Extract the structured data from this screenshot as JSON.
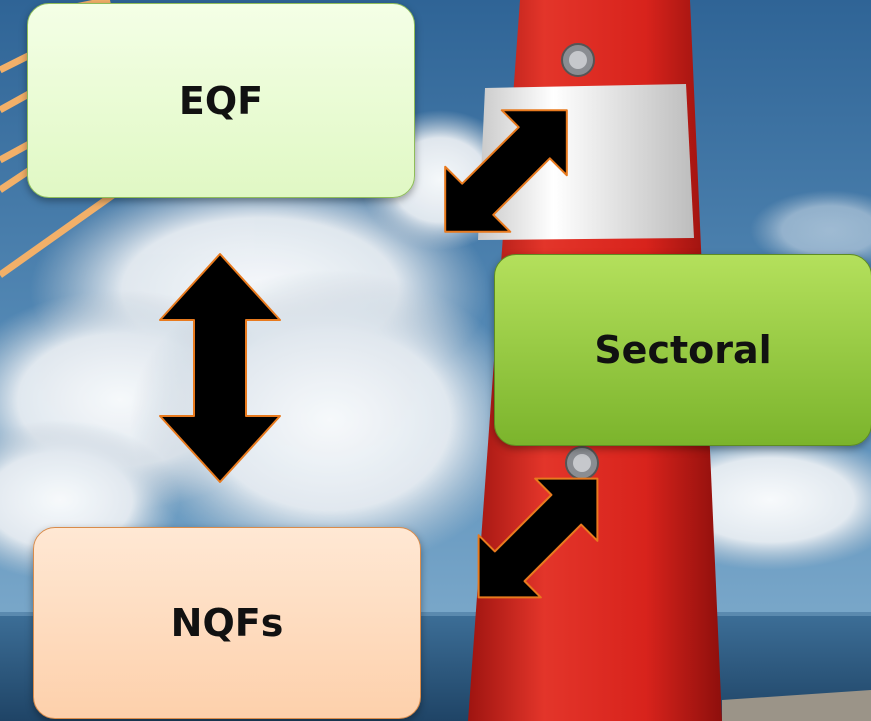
{
  "boxes": {
    "eqf": "EQF",
    "sectoral": "Sectoral",
    "nqfs": "NQFs"
  },
  "colors": {
    "eqf_box": "#e9fbd4",
    "sectoral_box": "#93c83e",
    "nqfs_box": "#fddcbf",
    "arrow_fill": "#000000",
    "arrow_outline": "#e87a1e",
    "lighthouse_red": "#d8231c",
    "lighthouse_white": "#f4f4f4",
    "sky": "#3d6f9c",
    "sea": "#2f5d86"
  }
}
